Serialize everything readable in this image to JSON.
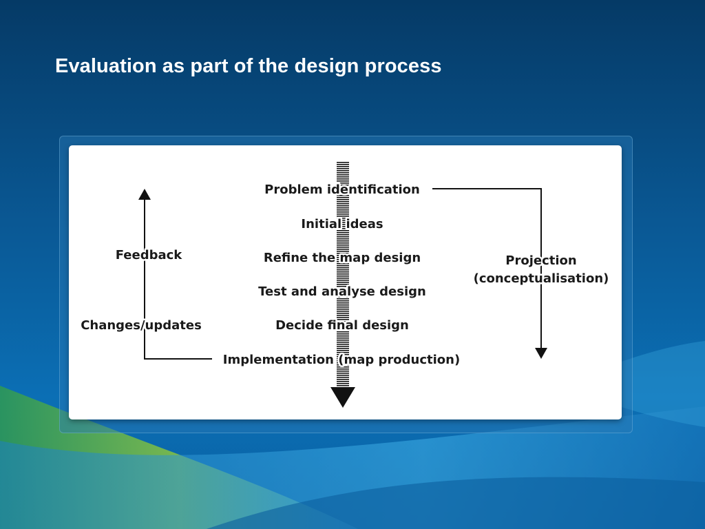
{
  "slide": {
    "title": "Evaluation as part of the design process"
  },
  "diagram": {
    "steps": [
      "Problem identification",
      "Initial ideas",
      "Refine the map design",
      "Test and analyse design",
      "Decide final design",
      "Implementation (map production)"
    ],
    "left_labels": {
      "feedback": "Feedback",
      "changes": "Changes/updates"
    },
    "right_labels": {
      "projection_line1": "Projection",
      "projection_line2": "(conceptualisation)"
    }
  },
  "colors": {
    "background_dark": "#053a66",
    "background_light": "#0b6fb5",
    "accent_green": "#6fbf3a",
    "title_text": "#ffffff",
    "diagram_ink": "#1a1a1a"
  }
}
